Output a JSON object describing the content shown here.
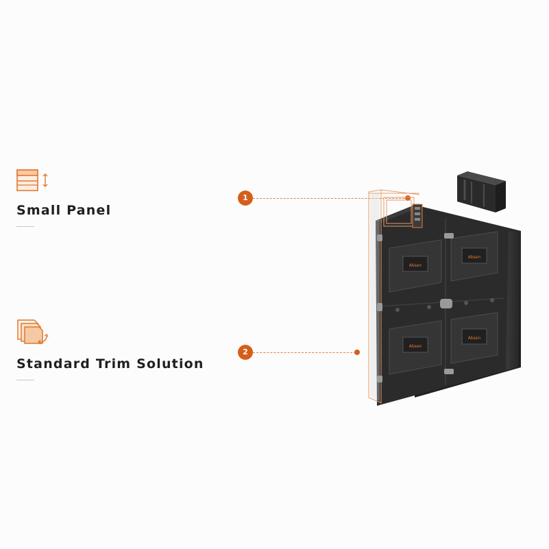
{
  "features": [
    {
      "title": "Small Panel",
      "icon": "small-panel-icon"
    },
    {
      "title": "Standard Trim Solution",
      "icon": "trim-solution-icon"
    }
  ],
  "callouts": [
    {
      "number": "1"
    },
    {
      "number": "2"
    }
  ],
  "product": {
    "module_brand": "Absen"
  },
  "colors": {
    "accent": "#d45f1c",
    "icon_stroke": "#e0782f",
    "text": "#1f1f1f",
    "cabinet": "#2b2b2b",
    "background": "#fcfcfc"
  }
}
